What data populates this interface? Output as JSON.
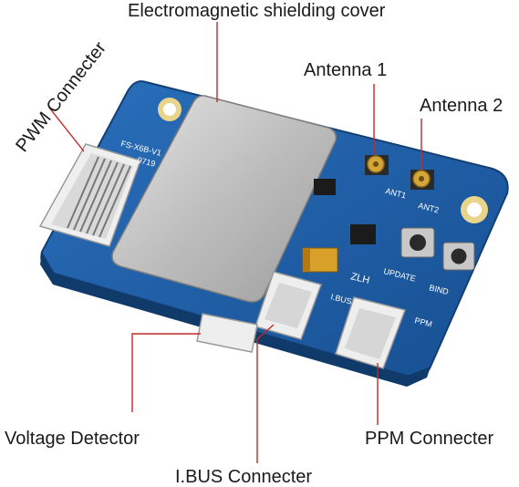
{
  "labels": {
    "shielding_cover": "Electromagnetic shielding cover",
    "antenna1": "Antenna 1",
    "antenna2": "Antenna 2",
    "pwm": "PWM Connecter",
    "voltage": "Voltage Detector",
    "ppm": "PPM Connecter",
    "ibus": "I.BUS Connecter"
  },
  "board_text": {
    "model": "FS-X6B-V1",
    "date": "0719",
    "ant1": "ANT1",
    "ant2": "ANT2",
    "zlh": "ZLH",
    "update": "UPDATE",
    "bind": "BIND",
    "ibus": "I.BUS",
    "ppm": "PPM"
  },
  "colors": {
    "pcb": "#1f5fa6",
    "pcb_edge": "#164a86",
    "shield": "#c9c9c9",
    "connector": "#ececec",
    "leader": "#c62828"
  }
}
